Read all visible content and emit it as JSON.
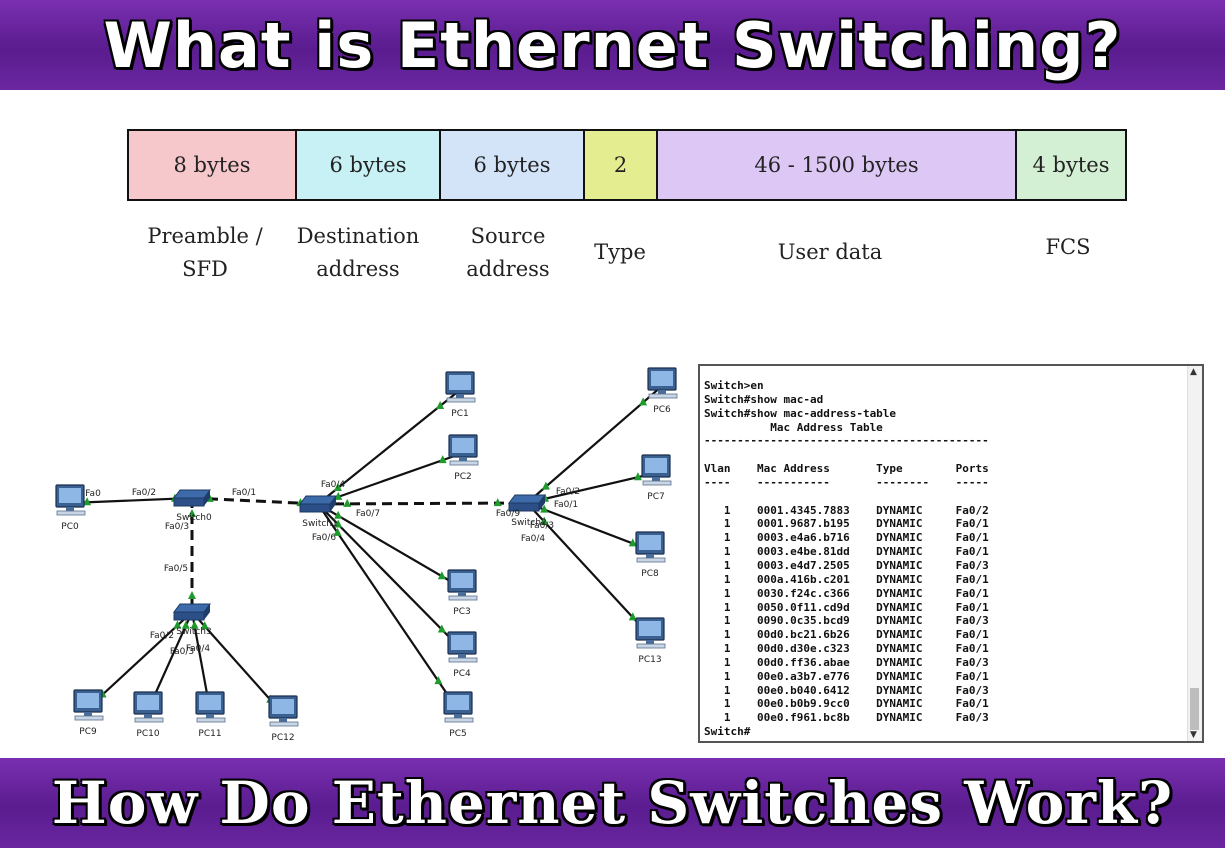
{
  "header": {
    "title": "What is Ethernet Switching?"
  },
  "footer": {
    "title": "How Do Ethernet Switches Work?"
  },
  "frame": {
    "fields": [
      {
        "size": "8 bytes",
        "label1": "Preamble /",
        "label2": "SFD",
        "color": "#f6c8cc"
      },
      {
        "size": "6 bytes",
        "label1": "Destination",
        "label2": "address",
        "color": "#c7f1f5"
      },
      {
        "size": "6 bytes",
        "label1": "Source",
        "label2": "address",
        "color": "#d3e3f8"
      },
      {
        "size": "2",
        "label1": "Type",
        "label2": "",
        "color": "#e4ee90"
      },
      {
        "size": "46 - 1500 bytes",
        "label1": "User data",
        "label2": "",
        "color": "#ddc8f5"
      },
      {
        "size": "4 bytes",
        "label1": "FCS",
        "label2": "",
        "color": "#d4f0d4"
      }
    ]
  },
  "topology": {
    "pcs": [
      "PC0",
      "PC1",
      "PC2",
      "PC3",
      "PC4",
      "PC5",
      "PC6",
      "PC7",
      "PC8",
      "PC9",
      "PC10",
      "PC11",
      "PC12",
      "PC13"
    ],
    "switches": [
      "Switch0",
      "Switch1",
      "Switch2",
      "Switch3"
    ],
    "port_labels": [
      "Fa0",
      "Fa0/2",
      "Fa0/1",
      "Fa0/3",
      "Fa0/5",
      "Fa0/4",
      "Fa0/6",
      "Fa0/7",
      "Fa0/9",
      "Fa0/2",
      "Fa0/1",
      "Fa0/3",
      "Fa0/4",
      "Fa0/2",
      "Fa0/3",
      "Fa0/4"
    ]
  },
  "terminal": {
    "lines": [
      "Switch>en",
      "Switch#show mac-ad",
      "Switch#show mac-address-table",
      "          Mac Address Table",
      "-------------------------------------------",
      "",
      "Vlan    Mac Address       Type        Ports",
      "----    -----------       --------    -----",
      "",
      "   1    0001.4345.7883    DYNAMIC     Fa0/2",
      "   1    0001.9687.b195    DYNAMIC     Fa0/1",
      "   1    0003.e4a6.b716    DYNAMIC     Fa0/1",
      "   1    0003.e4be.81dd    DYNAMIC     Fa0/1",
      "   1    0003.e4d7.2505    DYNAMIC     Fa0/3",
      "   1    000a.416b.c201    DYNAMIC     Fa0/1",
      "   1    0030.f24c.c366    DYNAMIC     Fa0/1",
      "   1    0050.0f11.cd9d    DYNAMIC     Fa0/1",
      "   1    0090.0c35.bcd9    DYNAMIC     Fa0/3",
      "   1    00d0.bc21.6b26    DYNAMIC     Fa0/1",
      "   1    00d0.d30e.c323    DYNAMIC     Fa0/1",
      "   1    00d0.ff36.abae    DYNAMIC     Fa0/3",
      "   1    00e0.a3b7.e776    DYNAMIC     Fa0/1",
      "   1    00e0.b040.6412    DYNAMIC     Fa0/3",
      "   1    00e0.b0b9.9cc0    DYNAMIC     Fa0/1",
      "   1    00e0.f961.bc8b    DYNAMIC     Fa0/3",
      "Switch#"
    ]
  }
}
